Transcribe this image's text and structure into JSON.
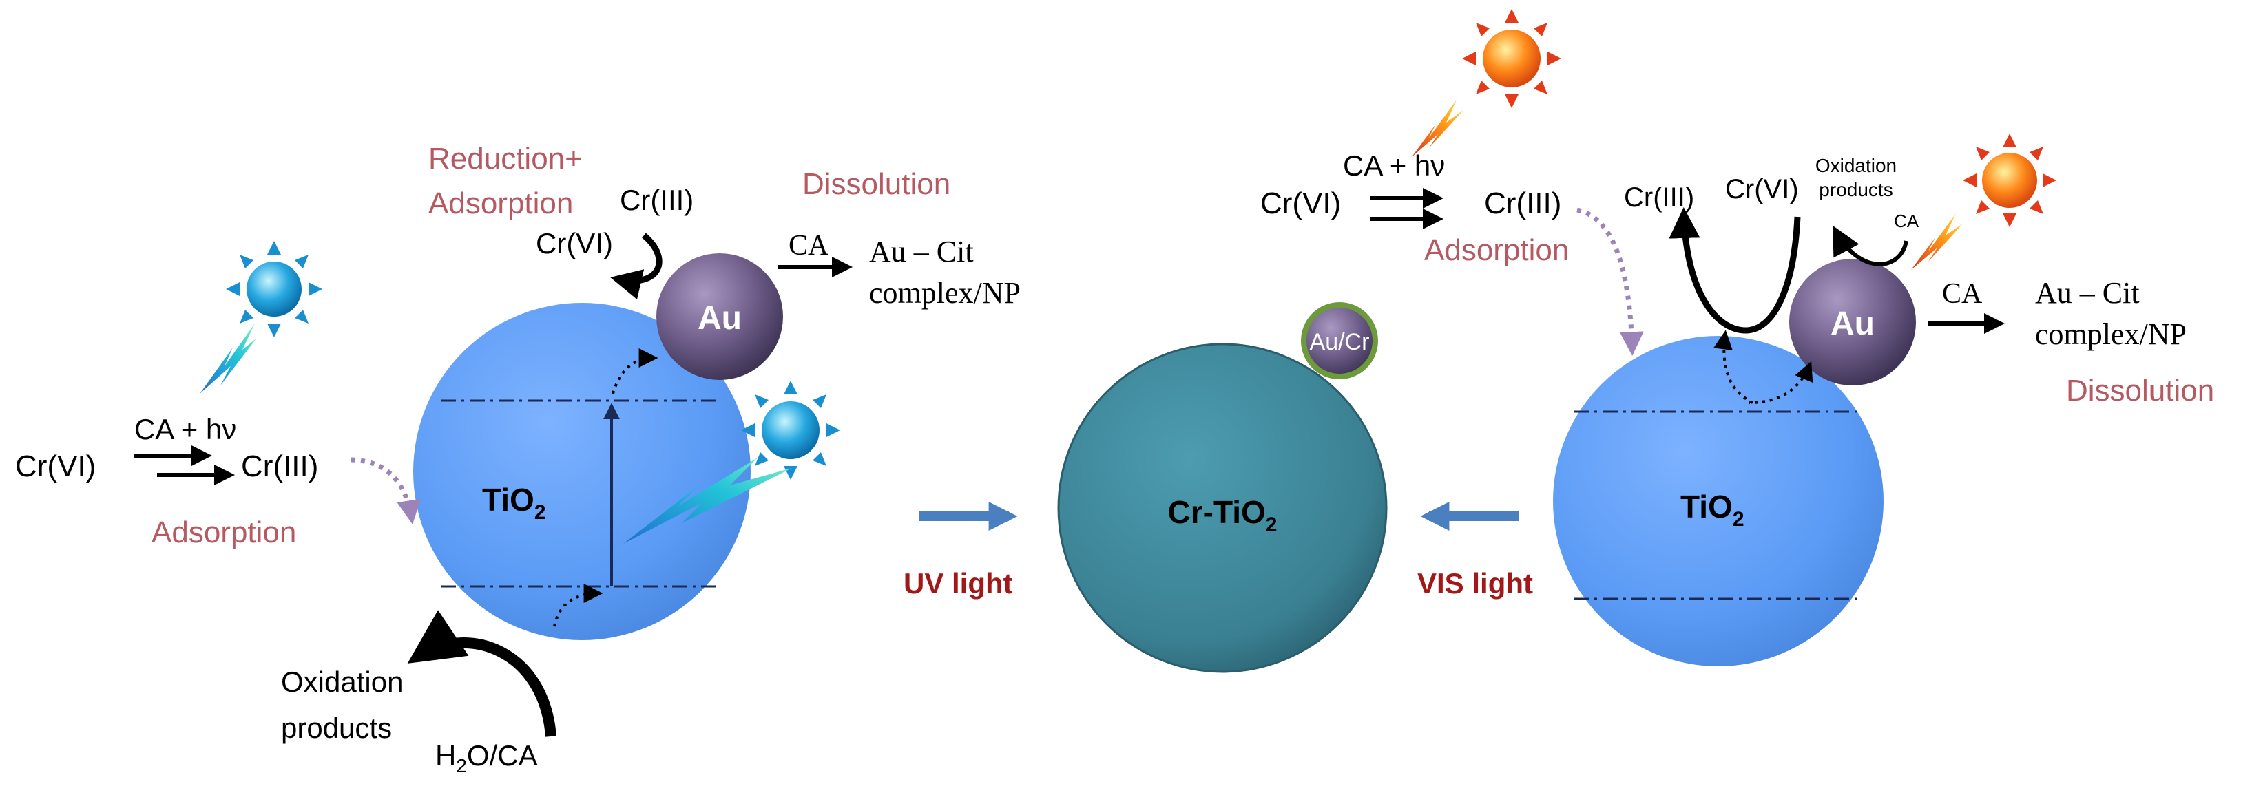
{
  "colors": {
    "label_pink": "#b55a62",
    "light_red": "#a01818",
    "tio2_blue": "#5b9bf5",
    "crtio2_teal": "#3a8092",
    "au_purple": "#6a5a85",
    "arrow_blue": "#4a7fc0",
    "dotted_purple": "#9c84b8"
  },
  "icons": [
    "sun-blue-icon",
    "sun-orange-icon",
    "lightning-bolt-icon"
  ],
  "left": {
    "cr6_label": "Cr(VI)",
    "reaction_label": "CA + hν",
    "cr3_label": "Cr(III)",
    "adsorption_label": "Adsorption",
    "reduction_label_line1": "Reduction+",
    "reduction_label_line2": "Adsorption",
    "au_cr3_label": "Cr(III)",
    "au_cr6_label": "Cr(VI)",
    "ca_label": "CA",
    "dissolution_label": "Dissolution",
    "complex_line1": "Au – Cit",
    "complex_line2": "complex/NP",
    "au_label": "Au",
    "tio2_main": "TiO",
    "tio2_sub": "2",
    "oxidation_line1": "Oxidation",
    "oxidation_line2": "products",
    "h2o_main": "H",
    "h2o_sub": "2",
    "h2o_rest": "O/CA"
  },
  "center": {
    "uv_label": "UV light",
    "vis_label": "VIS light",
    "crtio2_main": "Cr-TiO",
    "crtio2_sub": "2",
    "aucr_label": "Au/Cr"
  },
  "right": {
    "reaction_label": "CA + hν",
    "cr6_label": "Cr(VI)",
    "cr3_label": "Cr(III)",
    "adsorption_label": "Adsorption",
    "loop_cr3_label": "Cr(III)",
    "loop_cr6_label": "Cr(VI)",
    "oxidation_line1": "Oxidation",
    "oxidation_line2": "products",
    "oxidation_ca": "CA",
    "au_label": "Au",
    "ca_label": "CA",
    "complex_line1": "Au – Cit",
    "complex_line2": "complex/NP",
    "dissolution_label": "Dissolution",
    "tio2_main": "TiO",
    "tio2_sub": "2"
  }
}
